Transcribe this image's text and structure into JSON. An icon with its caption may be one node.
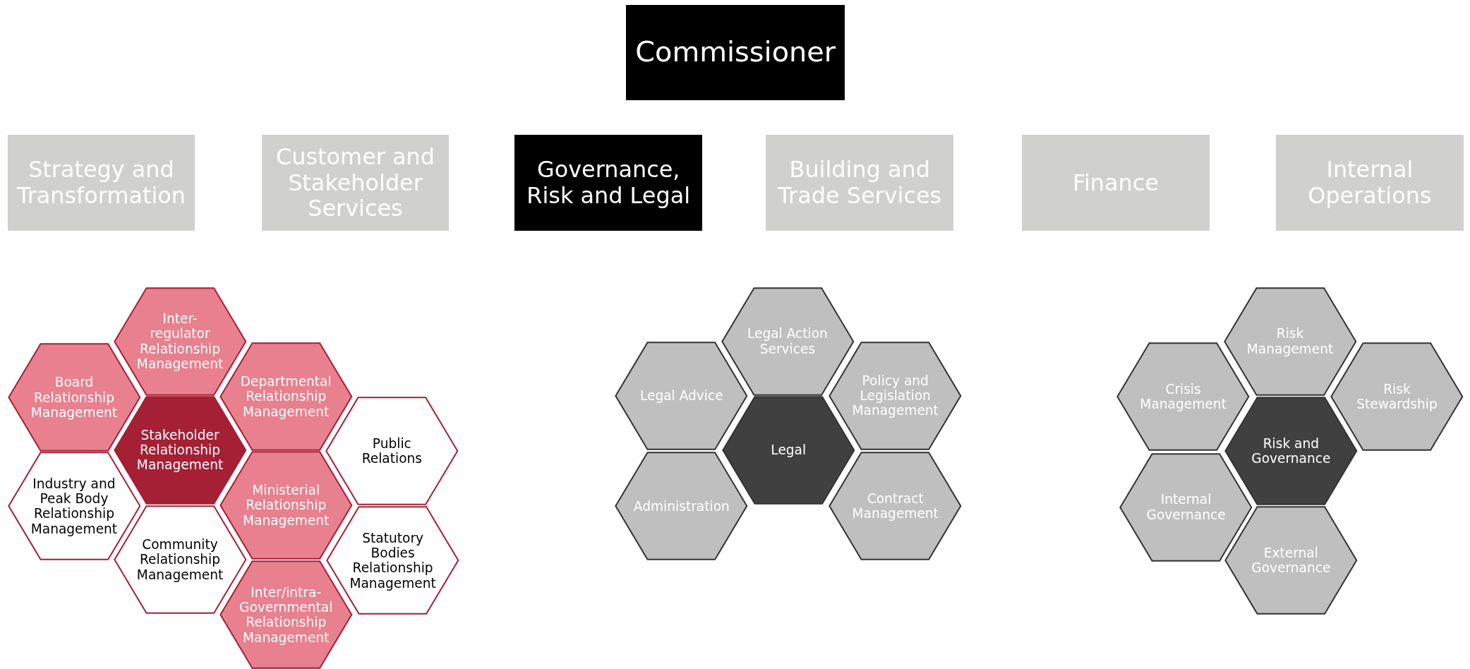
{
  "diagram": {
    "nodes": [
      {
        "text": [
          "Commissioner"
        ]
      },
      {
        "text": [
          "Strategy and Transformation"
        ]
      },
      {
        "text": [
          "Customer and Stakeholder Services"
        ]
      },
      {
        "text": [
          "Governance, Risk and Legal"
        ]
      },
      {
        "text": [
          "Building and Trade Services"
        ]
      },
      {
        "text": [
          "Finance"
        ]
      },
      {
        "text": [
          "Internal Operations"
        ]
      },
      {
        "text": [
          "Inter-regulator Relationship Management"
        ]
      },
      {
        "text": [
          "Board Relationship Management"
        ]
      },
      {
        "text": [
          "Departmental Relationship Management"
        ]
      },
      {
        "text": [
          "Stakeholder Relationship Management"
        ]
      },
      {
        "text": [
          "Public Relations"
        ]
      },
      {
        "text": [
          "Industry and Peak Body Relationship Management"
        ]
      },
      {
        "text": [
          "Ministerial Relationship Management"
        ]
      },
      {
        "text": [
          "Community Relationship Management"
        ]
      },
      {
        "text": [
          "Statutory Bodies Relationship Management"
        ]
      },
      {
        "text": [
          "Inter/intra-Governmental Relationship Management"
        ]
      },
      {
        "text": [
          "Legal Action Services"
        ]
      },
      {
        "text": [
          "Legal Advice"
        ]
      },
      {
        "text": [
          "Policy and Legislation Management"
        ]
      },
      {
        "text": [
          "Legal"
        ]
      },
      {
        "text": [
          "Administration"
        ]
      },
      {
        "text": [
          "Contract Management"
        ]
      },
      {
        "text": [
          "Risk Management"
        ]
      },
      {
        "text": [
          "Crisis Management"
        ]
      },
      {
        "text": [
          "Risk Stewardship"
        ]
      },
      {
        "text": [
          "Risk and Governance"
        ]
      },
      {
        "text": [
          "Internal Governance"
        ]
      },
      {
        "text": [
          "External Governance"
        ]
      }
    ]
  }
}
